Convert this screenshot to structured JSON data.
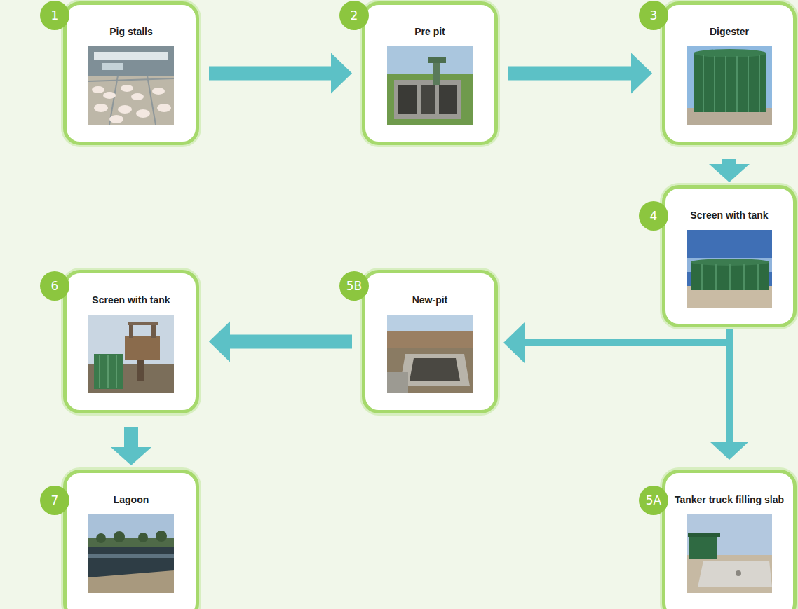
{
  "diagram": {
    "nodes": [
      {
        "text": [
          "Pig stalls"
        ]
      },
      {
        "text": [
          "Pre pit"
        ]
      },
      {
        "text": [
          "Digester"
        ]
      },
      {
        "text": [
          "Screen with tank"
        ]
      },
      {
        "text": [
          "Tanker truck filling slab"
        ]
      },
      {
        "text": [
          "New-pit"
        ]
      },
      {
        "text": [
          "Screen with tank"
        ]
      },
      {
        "text": [
          "Lagoon"
        ]
      }
    ],
    "edges": [
      {
        "from": 0,
        "to": 1,
        "arrow": "to"
      },
      {
        "from": 1,
        "to": 2,
        "arrow": "to"
      },
      {
        "from": 2,
        "to": 3,
        "arrow": "to"
      },
      {
        "from": 3,
        "to": 4,
        "arrow": "to"
      },
      {
        "from": 3,
        "to": 5,
        "arrow": "to"
      },
      {
        "from": 5,
        "to": 6,
        "arrow": "to"
      },
      {
        "from": 6,
        "to": 7,
        "arrow": "to"
      }
    ],
    "labels": [
      "1",
      "2",
      "3",
      "4",
      "5A",
      "5B",
      "6",
      "7"
    ]
  }
}
